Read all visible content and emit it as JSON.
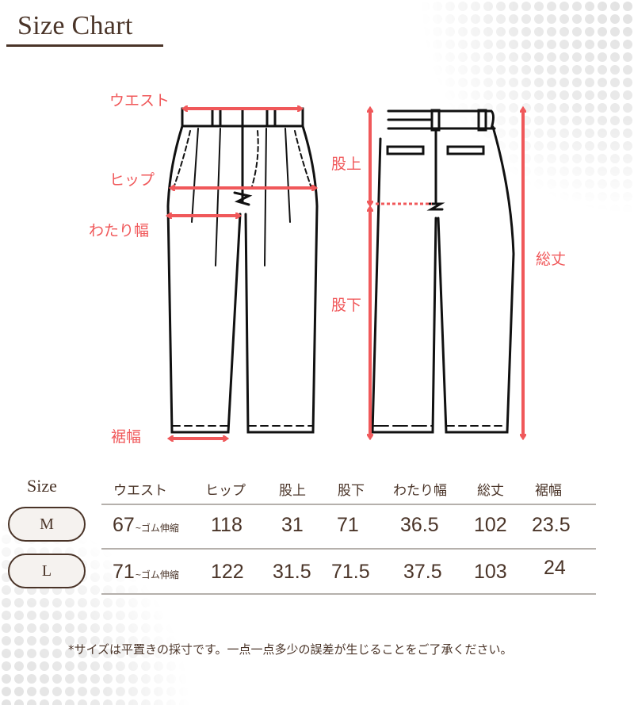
{
  "header": {
    "title": "Size Chart"
  },
  "colors": {
    "text": "#4a3428",
    "accent": "#f0585a",
    "rule": "#b5b0ac",
    "dots": "#e2e2e2",
    "pill_fill": "#f5f2ef"
  },
  "diagram": {
    "front_labels": {
      "waist": "ウエスト",
      "hip": "ヒップ",
      "thigh": "わたり幅",
      "hem": "裾幅"
    },
    "back_labels": {
      "rise": "股上",
      "inseam": "股下",
      "length": "総丈"
    }
  },
  "table": {
    "size_header": "Size",
    "columns": [
      "ウエスト",
      "ヒップ",
      "股上",
      "股下",
      "わたり幅",
      "総丈",
      "裾幅"
    ],
    "rows": [
      {
        "size": "M",
        "waist": "67",
        "waist_note": "~ゴム伸縮",
        "hip": "118",
        "rise": "31",
        "inseam": "71",
        "thigh": "36.5",
        "length": "102",
        "hem": "23.5"
      },
      {
        "size": "L",
        "waist": "71",
        "waist_note": "~ゴム伸縮",
        "hip": "122",
        "rise": "31.5",
        "inseam": "71.5",
        "thigh": "37.5",
        "length": "103",
        "hem": "24"
      }
    ]
  },
  "footnote": "*サイズは平置きの採寸です。一点一点多少の誤差が生じることをご了承ください。"
}
